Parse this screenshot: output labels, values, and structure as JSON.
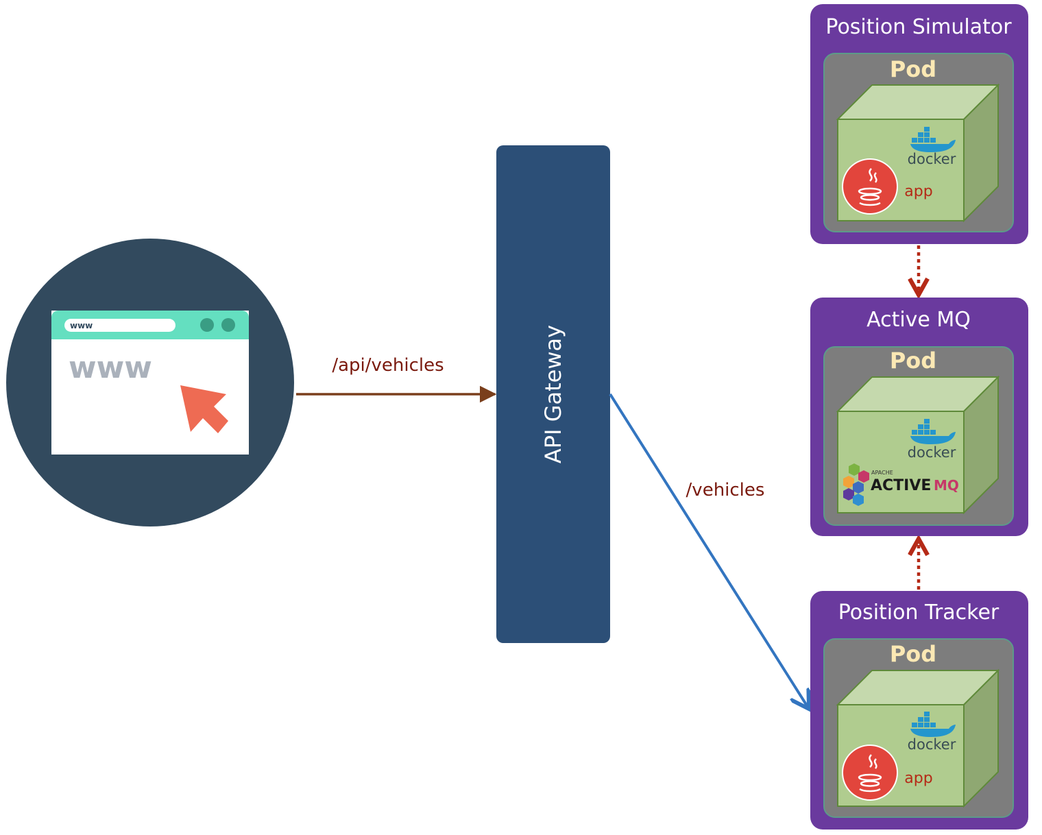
{
  "colors": {
    "client_circle": "#324a5e",
    "browser_bar": "#64dfc0",
    "cursor": "#ee6b53",
    "gateway": "#2c4f77",
    "service_box": "#6a3a9e",
    "pod_box": "#7d7d7d",
    "container_front": "#b0cc8f",
    "container_top": "#c5d9ad",
    "container_side": "#8fa872",
    "request_arrow": "#7a3f1c",
    "route_arrow": "#3375c0",
    "mq_link": "#b52a17",
    "pod_text": "#fbe8b4",
    "path_text": "#7a1a0e",
    "app_text": "#b52a17",
    "docker_blue": "#2496cd",
    "docker_text": "#394d54",
    "java_red": "#e2453c",
    "mq_pink": "#c63868"
  },
  "client": {
    "url_bar_text": "www",
    "page_text": "www",
    "icon": "browser-cursor-icon"
  },
  "gateway": {
    "label": "API Gateway"
  },
  "edges": {
    "client_to_gateway": "/api/vehicles",
    "gateway_to_tracker": "/vehicles"
  },
  "services": [
    {
      "title": "Position Simulator",
      "pod_label": "Pod",
      "docker_label": "docker",
      "app_label": "app",
      "icon": "java-icon"
    },
    {
      "title": "Active MQ",
      "pod_label": "Pod",
      "docker_label": "docker",
      "mq_small": "APACHE",
      "mq_main": "ACTIVE",
      "mq_suffix": "MQ",
      "icon": "activemq-icon"
    },
    {
      "title": "Position Tracker",
      "pod_label": "Pod",
      "docker_label": "docker",
      "app_label": "app",
      "icon": "java-icon"
    }
  ]
}
